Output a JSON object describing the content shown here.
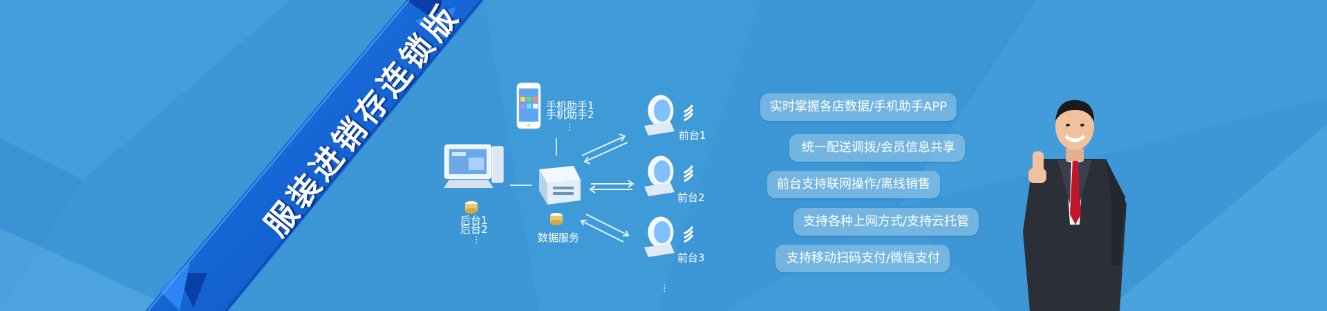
{
  "banner": {
    "ribbon_title": "服装进销存连锁版",
    "colors": {
      "background": "#3d97d6",
      "ribbon": "#1565d4",
      "ribbon_dark": "#0a3fa8",
      "text": "#ffffff"
    }
  },
  "diagram": {
    "backend": {
      "label1": "后台1",
      "label2": "后台2",
      "more": "⋮",
      "icon": "desktop-computer-icon"
    },
    "mobile": {
      "label1": "手机助手1",
      "label2": "手机助手2",
      "more": "⋮",
      "icon": "smartphone-icon"
    },
    "server": {
      "label": "数据服务",
      "icon": "server-icon"
    },
    "frontends": [
      {
        "label": "前台1",
        "icon": "desktop-monitor-icon"
      },
      {
        "label": "前台2",
        "icon": "desktop-monitor-icon"
      },
      {
        "label": "前台3",
        "icon": "desktop-monitor-icon"
      }
    ],
    "frontends_more": "⋮"
  },
  "features": [
    "实时掌握各店数据/手机助手APP",
    "统一配送调拨/会员信息共享",
    "前台支持联网操作/离线销售",
    "支持各种上网方式/支持云托管",
    "支持移动扫码支付/微信支付"
  ]
}
